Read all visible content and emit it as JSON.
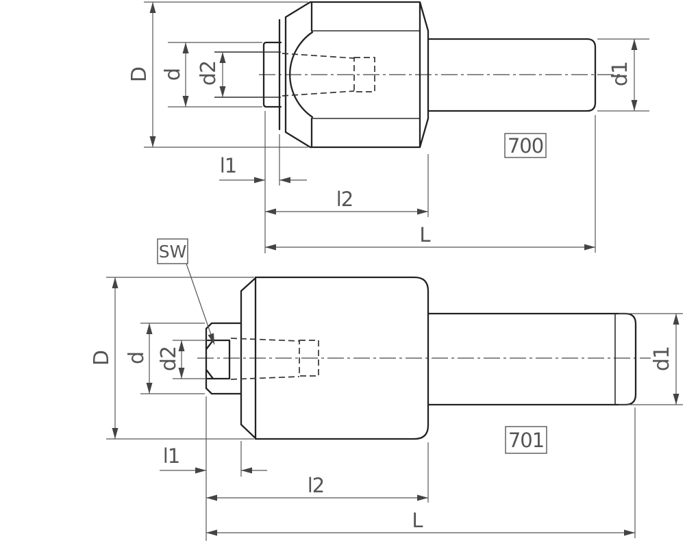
{
  "drawing": {
    "views": [
      {
        "part_number": "700",
        "dim_D": "D",
        "dim_d": "d",
        "dim_d2": "d2",
        "dim_d1": "d1",
        "dim_l1": "l1",
        "dim_l2": "l2",
        "dim_L": "L"
      },
      {
        "part_number": "701",
        "wrench_size_label": "SW",
        "dim_D": "D",
        "dim_d": "d",
        "dim_d2": "d2",
        "dim_d1": "d1",
        "dim_l1": "l1",
        "dim_l2": "l2",
        "dim_L": "L"
      }
    ],
    "colors": {
      "background": "#ffffff",
      "outline": "#222222",
      "dimension_lines": "#555555",
      "text": "#555555"
    }
  }
}
